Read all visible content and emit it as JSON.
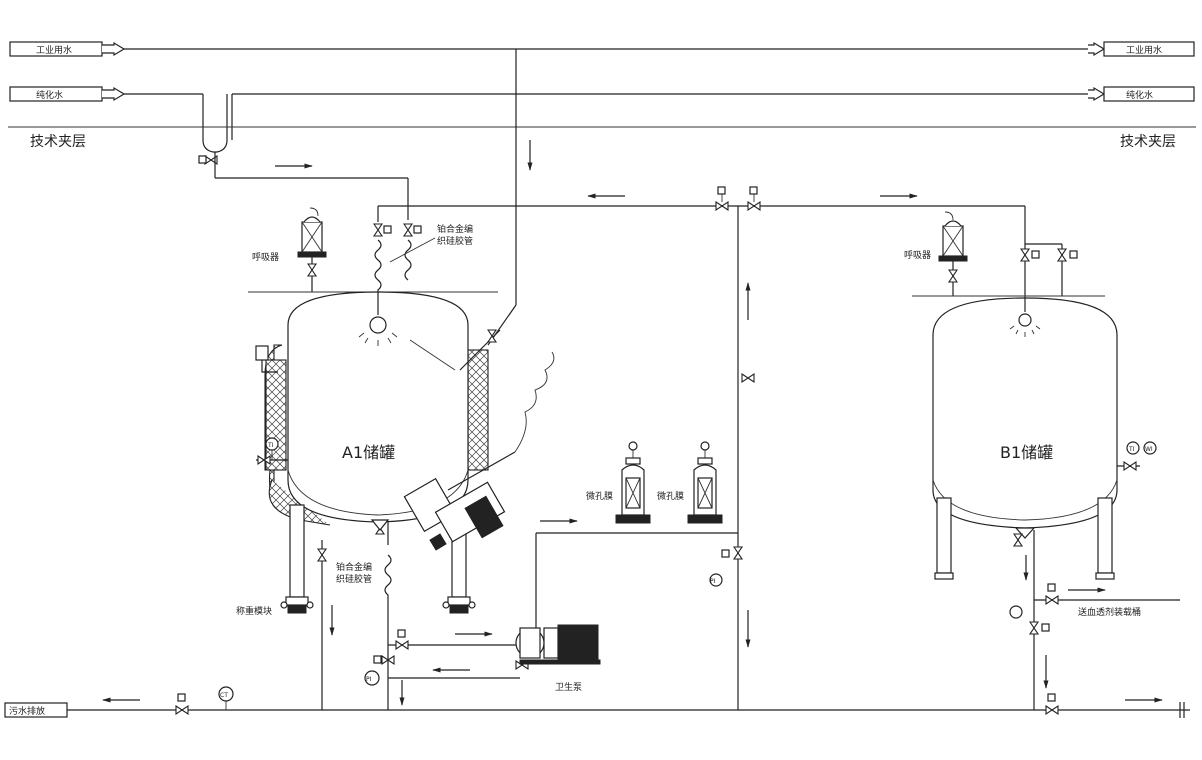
{
  "labels": {
    "industrial_water_in": "工业用水",
    "industrial_water_out": "工业用水",
    "pure_water_in": "纯化水",
    "pure_water_out": "纯化水",
    "tech_interlayer_left": "技术夹层",
    "tech_interlayer_right": "技术夹层",
    "breather_a": "呼吸器",
    "breather_b": "呼吸器",
    "hose_top_1": "铂合金编",
    "hose_top_2": "织硅胶管",
    "hose_bottom_1": "铂合金编",
    "hose_bottom_2": "织硅胶管",
    "tank_a": "A1储罐",
    "tank_b": "B1储罐",
    "micro_filter_1": "微孔膜",
    "micro_filter_2": "微孔膜",
    "weigh_module": "称重模块",
    "sanitary_pump": "卫生泵",
    "sewage_drain": "污水排放",
    "to_dialysis": "送血透剂装载桶",
    "gauge_ct": "CT",
    "gauge_ti_a": "TI",
    "gauge_ti_b": "TI",
    "gauge_wi_b": "WI",
    "gauge_pi_1": "PI",
    "gauge_pi_2": "PI"
  }
}
